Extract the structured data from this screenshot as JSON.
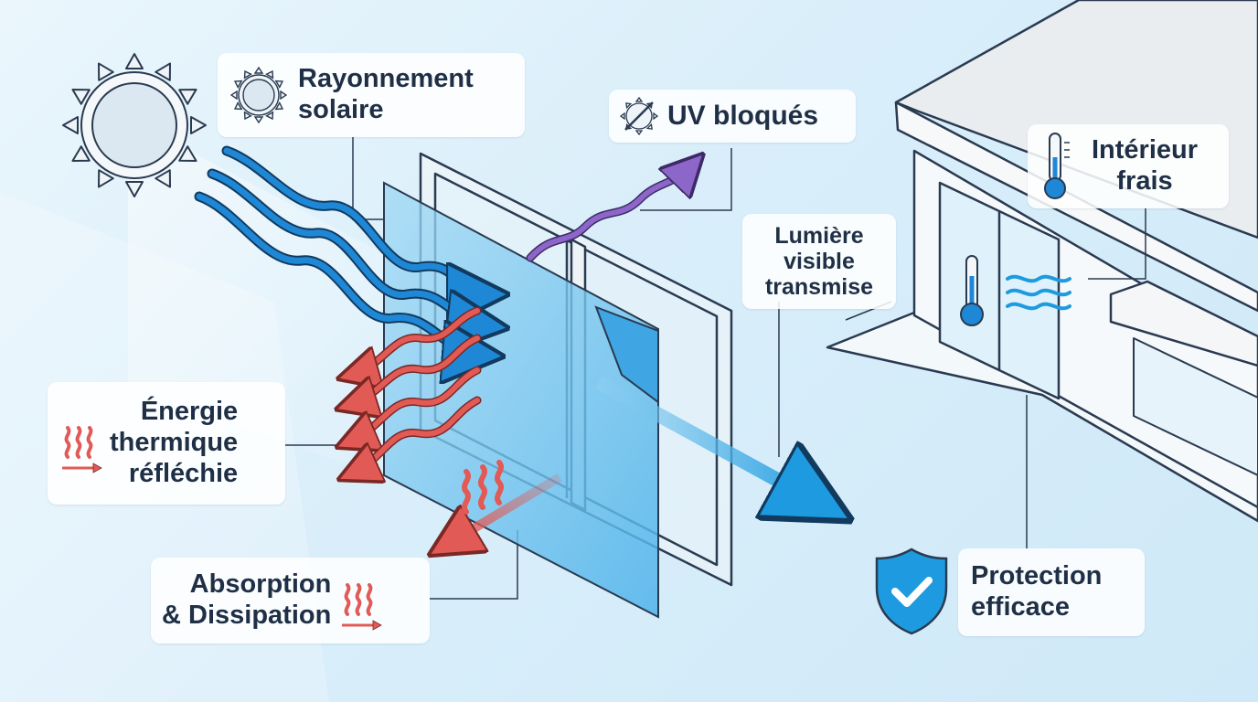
{
  "labels": {
    "solar": "Rayonnement\nsolaire",
    "uv": "UV bloqués",
    "visible": "Lumière\nvisible\ntransmise",
    "interior": "Intérieur\nfrais",
    "thermal": "Énergie\nthermique\nréfléchie",
    "absorption": "Absorption\n& Dissipation",
    "protection": "Protection\nefficace"
  },
  "icons": {
    "solar": "sun-icon",
    "uv": "uv-blocked-icon",
    "interior": "thermometer-icon",
    "thermal": "heat-waves-icon",
    "absorption": "heat-waves-icon",
    "protection": "shield-check-icon"
  },
  "colors": {
    "solar_rays": "#1e88d6",
    "thermal_rays": "#e25a55",
    "uv_ray": "#8d66c9",
    "film": "#7cc8f0",
    "label_text": "#1f2f45"
  }
}
